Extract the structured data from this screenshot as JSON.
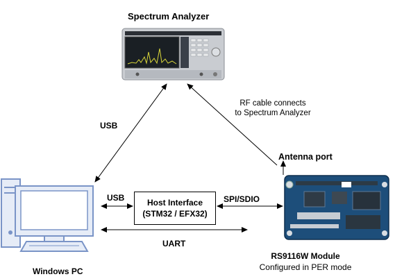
{
  "title": "Spectrum Analyzer",
  "rf_note": {
    "line1": "RF cable connects",
    "line2": "to Spectrum Analyzer"
  },
  "links": {
    "usb_top": "USB",
    "usb_mid": "USB",
    "spi": "SPI/SDIO",
    "uart": "UART"
  },
  "antenna_label": "Antenna port",
  "host": {
    "line1": "Host Interface",
    "line2": "(STM32 / EFX32)"
  },
  "pc_label": "Windows PC",
  "module": {
    "name": "RS9116W Module",
    "mode": "Configured in PER mode"
  },
  "colors": {
    "pc_blue": "#7a94c7",
    "pc_fill": "#e6ecf7",
    "board_blue": "#1d4e7a",
    "analyzer_body": "#c9ccd1",
    "screen": "#1a1f24",
    "trace": "#d9d63a"
  }
}
